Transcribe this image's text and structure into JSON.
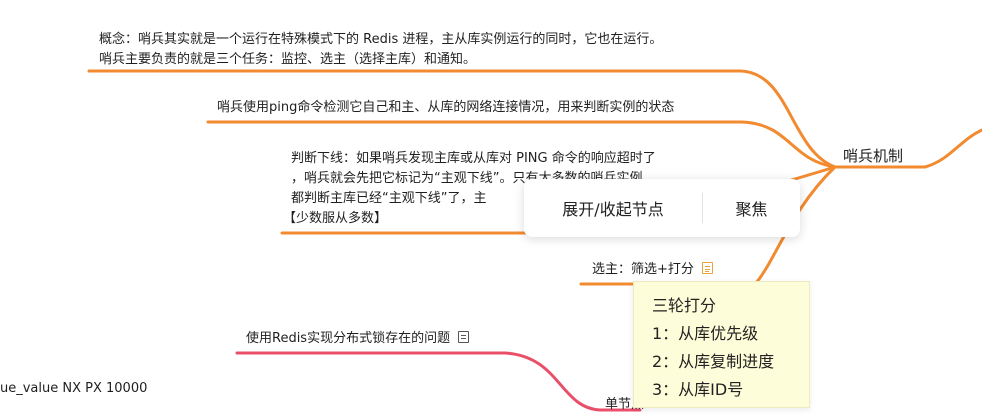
{
  "nodes": {
    "concept": {
      "line1": "概念：哨兵其实就是一个运行在特殊模式下的 Redis 进程，主从库实例运行的同时，它也在运行。",
      "line2": "哨兵主要负责的就是三个任务：监控、选主（选择主库）和通知。"
    },
    "ping": "哨兵使用ping命令检测它自己和主、从库的网络连接情况，用来判断实例的状态",
    "subjective": {
      "line1": "判断下线：如果哨兵发现主库或从库对 PING 命令的响应超时了",
      "line2": "，哨兵就会先把它标记为“主观下线”。只有大多数的哨兵实例",
      "line3": "都判断主库已经“主观下线”了，主",
      "line4": "【少数服从多数】"
    },
    "elect": "选主：筛选+打分",
    "sentinel_topic": "哨兵机制",
    "redis_lock": "使用Redis实现分布式锁存在的问题",
    "set_cmd": "ue_value NX PX 10000",
    "single_node": "单节点"
  },
  "context_menu": {
    "expand_collapse": "展开/收起节点",
    "focus": "聚焦"
  },
  "note_popup": {
    "title": "三轮打分",
    "item1": "1：从库优先级",
    "item2": "2：从库复制进度",
    "item3": "3：从库ID号"
  },
  "colors": {
    "orange_branch": "#f28a30",
    "pink_branch": "#ea4f6a",
    "note_bg": "#fefdd9"
  }
}
